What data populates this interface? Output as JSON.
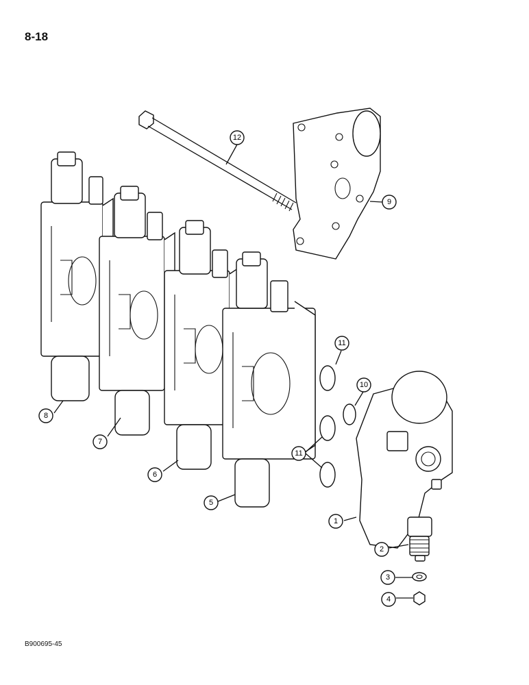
{
  "page": {
    "page_number": "8-18",
    "figure_code": "B900695-45"
  },
  "callouts": [
    {
      "id": "1",
      "label": "1"
    },
    {
      "id": "2",
      "label": "2"
    },
    {
      "id": "3",
      "label": "3"
    },
    {
      "id": "4",
      "label": "4"
    },
    {
      "id": "5",
      "label": "5"
    },
    {
      "id": "6",
      "label": "6"
    },
    {
      "id": "7",
      "label": "7"
    },
    {
      "id": "8",
      "label": "8"
    },
    {
      "id": "9",
      "label": "9"
    },
    {
      "id": "10",
      "label": "10"
    },
    {
      "id": "11a",
      "label": "11"
    },
    {
      "id": "11b",
      "label": "11"
    },
    {
      "id": "12",
      "label": "12"
    }
  ]
}
